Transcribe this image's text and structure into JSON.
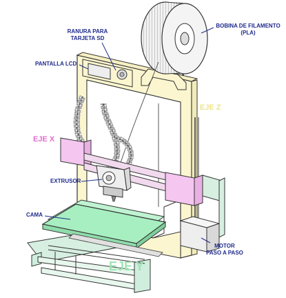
{
  "labels": {
    "ranura_line1": "RANURA PARA",
    "ranura_line2": "TARJETA SD",
    "pantalla": "PANTALLA LCD",
    "bobina_line1": "BOBINA DE FILAMENTO",
    "bobina_line2": "(PLA)",
    "extrusor": "EXTRUSOR",
    "cama": "CAMA",
    "motor_line1": "MOTOR",
    "motor_line2": "PASO A PASO"
  },
  "axes": {
    "x": "EJE X",
    "y": "EJE Y",
    "z": "EJE Z"
  },
  "colors": {
    "label": "#1f2a8c",
    "axis_x": "#e06fd0",
    "axis_y": "#9fe3b4",
    "axis_z": "#efe48a",
    "frame": "#fbf6cf",
    "bed": "#a7efc1",
    "carriage": "#f4c6f0",
    "outline": "#333333"
  }
}
